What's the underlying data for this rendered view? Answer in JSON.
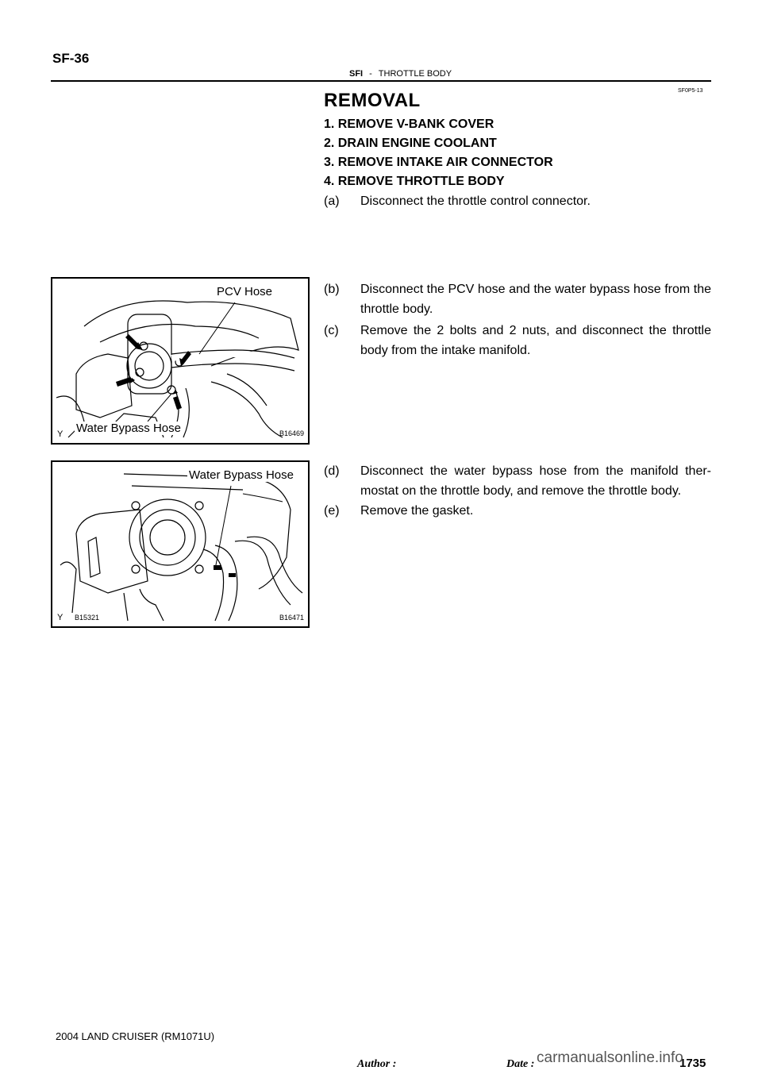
{
  "header": {
    "page_id": "SF-36",
    "section": "SFI",
    "dash": "-",
    "title": "THROTTLE BODY",
    "doc_code": "SF0P5-13"
  },
  "main": {
    "heading": "REMOVAL",
    "steps": [
      "1.   REMOVE V-BANK COVER",
      "2.   DRAIN ENGINE COOLANT",
      "3.   REMOVE INTAKE AIR CONNECTOR",
      "4.   REMOVE THROTTLE BODY"
    ],
    "substeps": [
      {
        "label": "(a)",
        "text": "Disconnect the throttle control connector."
      },
      {
        "label": "(b)",
        "text": "Disconnect the PCV hose and the water bypass hose from the throttle body."
      },
      {
        "label": "(c)",
        "text": "Remove the 2 bolts and 2 nuts, and disconnect the throttle body from the intake manifold."
      },
      {
        "label": "(d)",
        "text": "Disconnect the water bypass hose from the manifold ther- mostat on the throttle body, and remove the throttle body."
      },
      {
        "label": "(e)",
        "text": "Remove the gasket."
      }
    ]
  },
  "figures": [
    {
      "callout_top": "PCV Hose",
      "callout_bottom": "Water Bypass Hose",
      "fig_id": "B16469",
      "marker": "Y"
    },
    {
      "callout_top": "Water Bypass Hose",
      "fig_id": "B16471",
      "ref_id": "B15321",
      "marker": "Y"
    }
  ],
  "footer": {
    "model": "2004 LAND CRUISER   (RM1071U)",
    "author_label": "Author :",
    "date_label": "Date :",
    "page_number": "1735",
    "watermark": "carmanualsonline.info"
  }
}
